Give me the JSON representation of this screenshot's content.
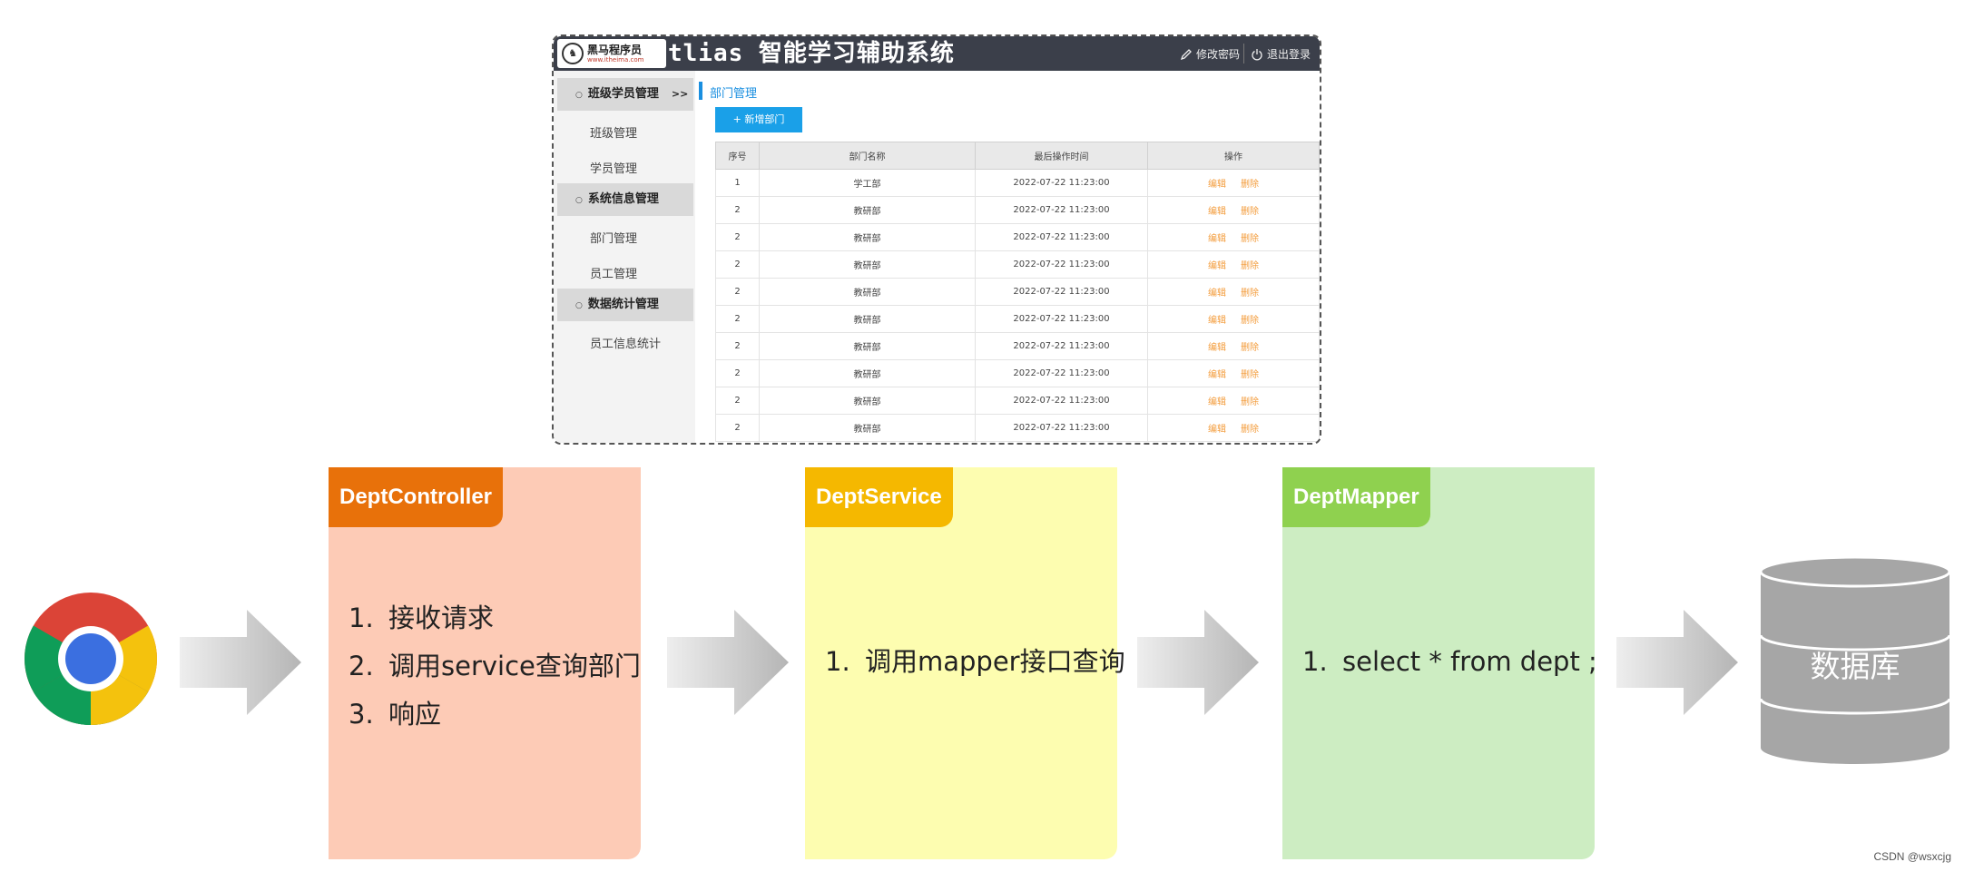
{
  "app_mock": {
    "logo_name": "黑马程序员",
    "logo_url": "www.itheima.com",
    "title": "tlias 智能学习辅助系统",
    "header_links": [
      "修改密码",
      "退出登录"
    ],
    "sidebar": {
      "groups": [
        {
          "label": "班级学员管理",
          "expand": ">>",
          "items": [
            "班级管理",
            "学员管理"
          ]
        },
        {
          "label": "系统信息管理",
          "items": [
            "部门管理",
            "员工管理"
          ]
        },
        {
          "label": "数据统计管理",
          "items": [
            "员工信息统计"
          ]
        }
      ]
    },
    "breadcrumb": "部门管理",
    "add_button": "+ 新增部门",
    "table": {
      "headers": [
        "序号",
        "部门名称",
        "最后操作时间",
        "操作"
      ],
      "rows": [
        [
          "1",
          "学工部",
          "2022-07-22 11:23:00"
        ],
        [
          "2",
          "教研部",
          "2022-07-22 11:23:00"
        ],
        [
          "2",
          "教研部",
          "2022-07-22 11:23:00"
        ],
        [
          "2",
          "教研部",
          "2022-07-22 11:23:00"
        ],
        [
          "2",
          "教研部",
          "2022-07-22 11:23:00"
        ],
        [
          "2",
          "教研部",
          "2022-07-22 11:23:00"
        ],
        [
          "2",
          "教研部",
          "2022-07-22 11:23:00"
        ],
        [
          "2",
          "教研部",
          "2022-07-22 11:23:00"
        ],
        [
          "2",
          "教研部",
          "2022-07-22 11:23:00"
        ],
        [
          "2",
          "教研部",
          "2022-07-22 11:23:00"
        ]
      ],
      "actions": [
        "编辑",
        "删除"
      ]
    }
  },
  "flow": {
    "controller": {
      "title": "DeptController",
      "steps": [
        "接收请求",
        "调用service查询部门",
        "响应"
      ],
      "tab_color": "#e8710a",
      "body_color": "#fdcbb6"
    },
    "service": {
      "title": "DeptService",
      "steps": [
        "调用mapper接口查询"
      ],
      "tab_color": "#f5b800",
      "body_color": "#fdfdb0"
    },
    "mapper": {
      "title": "DeptMapper",
      "steps": [
        "select * from dept ;"
      ],
      "tab_color": "#8fd14f",
      "body_color": "#cdedc2"
    },
    "database_label": "数据库"
  },
  "credit": "CSDN @wsxcjg"
}
